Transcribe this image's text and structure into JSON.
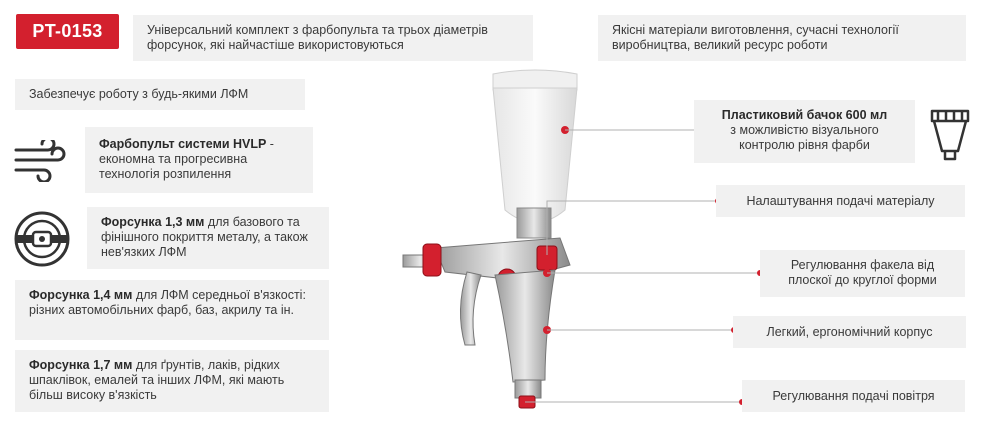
{
  "badge": "PT-0153",
  "top_left": "Універсальний комплект з фарбопульта та трьох діаметрів форсунок, які найчастіше використовуються",
  "top_right": "Якісні матеріали виготовлення, сучасні технології виробництва, великий ресурс роботи",
  "compat": "Забезпечує роботу з будь-якими ЛФМ",
  "hvlp": {
    "bold": "Фарбопульт системи HVLP",
    "rest": " - економна та прогресивна технологія розпилення"
  },
  "n13": {
    "bold": "Форсунка 1,3 мм",
    "rest": " для базового та фінішного покриття металу, а також нев'язких ЛФМ"
  },
  "n14": {
    "bold": "Форсунка 1,4 мм",
    "rest": " для ЛФМ середньої в'язкості: різних автомобільних фарб, баз, акрилу та ін."
  },
  "n17": {
    "bold": "Форсунка 1,7 мм",
    "rest": " для ґрунтів, лаків, рідких шпаклівок, емалей та інших ЛФМ, які мають більш високу в'язкість"
  },
  "tank": {
    "bold": "Пластиковий бачок 600 мл",
    "rest": "з можливістю візуального контролю рівня фарби"
  },
  "feed": "Налаштування подачі матеріалу",
  "fan": "Регулювання факела від плоскої до круглої форми",
  "body": "Легкий, ергономічний корпус",
  "air": "Регулювання подачі повітря",
  "colors": {
    "accent": "#d3202e",
    "panel": "#f1f1f1"
  },
  "icons": [
    "wind-icon",
    "nozzle-icon",
    "cup-icon"
  ]
}
